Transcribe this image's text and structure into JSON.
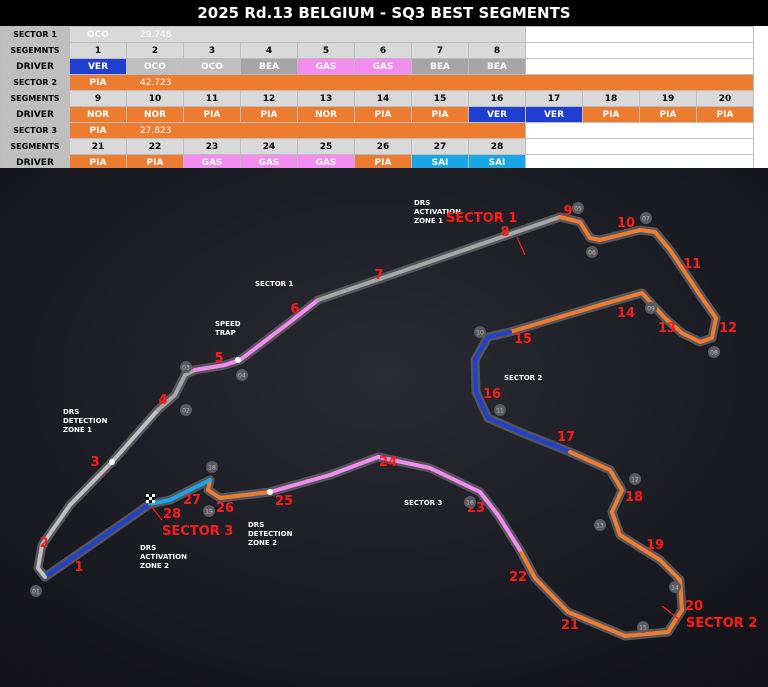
{
  "title": "2025 Rd.13 BELGIUM - SQ3 BEST SEGMENTS",
  "colors": {
    "VER": "#1f3fd0",
    "OCO": "#bfbfbf",
    "BEA": "#a6a6a6",
    "GAS": "#f28cef",
    "NOR": "#ee7c30",
    "PIA": "#ee7c30",
    "SAI": "#1aa7e8",
    "track_bg": "#1c1c24"
  },
  "labels": {
    "segments_row": "SEGEMNTS",
    "segments_row2": "SEGMENTS",
    "driver": "DRIVER"
  },
  "chart_data": {
    "type": "table",
    "sectors": [
      {
        "name": "SECTOR 1",
        "best_driver": "OCO",
        "best_time": "29.748",
        "segments": [
          1,
          2,
          3,
          4,
          5,
          6,
          7,
          8
        ],
        "drivers": [
          "VER",
          "OCO",
          "OCO",
          "BEA",
          "GAS",
          "GAS",
          "BEA",
          "BEA"
        ]
      },
      {
        "name": "SECTOR 2",
        "best_driver": "PIA",
        "best_time": "42.723",
        "segments": [
          9,
          10,
          11,
          12,
          13,
          14,
          15,
          16,
          17,
          18,
          19,
          20
        ],
        "drivers": [
          "NOR",
          "NOR",
          "PIA",
          "PIA",
          "NOR",
          "PIA",
          "PIA",
          "VER",
          "VER",
          "PIA",
          "PIA",
          "PIA"
        ]
      },
      {
        "name": "SECTOR 3",
        "best_driver": "PIA",
        "best_time": "27.823",
        "segments": [
          21,
          22,
          23,
          24,
          25,
          26,
          27,
          28
        ],
        "drivers": [
          "PIA",
          "PIA",
          "GAS",
          "GAS",
          "GAS",
          "PIA",
          "SAI",
          "SAI"
        ]
      }
    ]
  },
  "map": {
    "sector_labels": [
      "SECTOR 1",
      "SECTOR 2",
      "SECTOR 3"
    ],
    "zone_labels": {
      "drs_activation_1": [
        "DRS",
        "ACTIVATION",
        "ZONE 1"
      ],
      "drs_detection_1": [
        "DRS",
        "DETECTION",
        "ZONE 1"
      ],
      "drs_activation_2": [
        "DRS",
        "ACTIVATION",
        "ZONE 2"
      ],
      "drs_detection_2": [
        "DRS",
        "DETECTION",
        "ZONE 2"
      ],
      "speed_trap": [
        "SPEED",
        "TRAP"
      ],
      "sector1": "SECTOR 1",
      "sector2": "SECTOR 2",
      "sector3": "SECTOR 3"
    },
    "corner_numbers": [
      "01",
      "02",
      "03",
      "04",
      "05",
      "06",
      "07",
      "08",
      "09",
      "10",
      "11",
      "12",
      "13",
      "14",
      "15",
      "16",
      "17",
      "18",
      "19"
    ]
  }
}
